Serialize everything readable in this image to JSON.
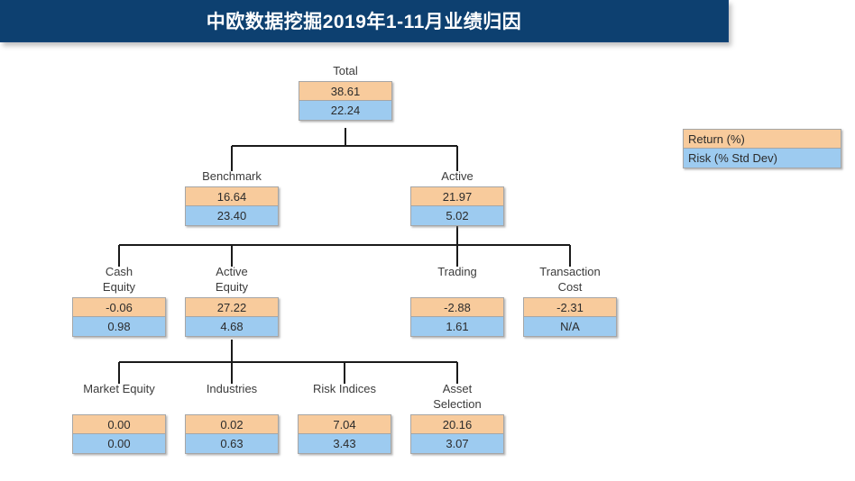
{
  "header": {
    "title": "中欧数据挖掘2019年1-11月业绩归因",
    "background_color": "#0D4070",
    "text_color": "#FFFFFF"
  },
  "legend": {
    "return_label": "Return (%)",
    "risk_label": "Risk (% Std Dev)",
    "return_color": "#F8CB9C",
    "risk_color": "#9DCBF0"
  },
  "chart_data": {
    "type": "diagram",
    "title": "中欧数据挖掘2019年1-11月业绩归因",
    "subtype": "attribution-tree",
    "metrics": [
      "Return (%)",
      "Risk (% Std Dev)"
    ],
    "nodes": [
      {
        "id": "total",
        "label": "Total",
        "label_line2": "",
        "return": "38.61",
        "risk": "22.24",
        "level": 0
      },
      {
        "id": "benchmark",
        "label": "Benchmark",
        "label_line2": "",
        "return": "16.64",
        "risk": "23.40",
        "level": 1
      },
      {
        "id": "active",
        "label": "Active",
        "label_line2": "",
        "return": "21.97",
        "risk": "5.02",
        "level": 1
      },
      {
        "id": "cash-equity",
        "label": "Cash",
        "label_line2": "Equity",
        "return": "-0.06",
        "risk": "0.98",
        "level": 2
      },
      {
        "id": "active-equity",
        "label": "Active",
        "label_line2": "Equity",
        "return": "27.22",
        "risk": "4.68",
        "level": 2
      },
      {
        "id": "trading",
        "label": "Trading",
        "label_line2": "",
        "return": "-2.88",
        "risk": "1.61",
        "level": 2
      },
      {
        "id": "transaction-cost",
        "label": "Transaction",
        "label_line2": "Cost",
        "return": "-2.31",
        "risk": "N/A",
        "level": 2
      },
      {
        "id": "market-equity",
        "label": "Market Equity",
        "label_line2": "",
        "return": "0.00",
        "risk": "0.00",
        "level": 3
      },
      {
        "id": "industries",
        "label": "Industries",
        "label_line2": "",
        "return": "0.02",
        "risk": "0.63",
        "level": 3
      },
      {
        "id": "risk-indices",
        "label": "Risk Indices",
        "label_line2": "",
        "return": "7.04",
        "risk": "3.43",
        "level": 3
      },
      {
        "id": "asset-selection",
        "label": "Asset",
        "label_line2": "Selection",
        "return": "20.16",
        "risk": "3.07",
        "level": 3
      }
    ],
    "edges": [
      {
        "from": "total",
        "to": "benchmark"
      },
      {
        "from": "total",
        "to": "active"
      },
      {
        "from": "active",
        "to": "cash-equity"
      },
      {
        "from": "active",
        "to": "active-equity"
      },
      {
        "from": "active",
        "to": "trading"
      },
      {
        "from": "active",
        "to": "transaction-cost"
      },
      {
        "from": "active-equity",
        "to": "market-equity"
      },
      {
        "from": "active-equity",
        "to": "industries"
      },
      {
        "from": "active-equity",
        "to": "risk-indices"
      },
      {
        "from": "active-equity",
        "to": "asset-selection"
      }
    ]
  }
}
